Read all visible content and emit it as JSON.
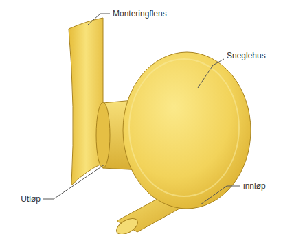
{
  "diagram": {
    "labels": [
      "Monteringflens",
      "Sneglehus",
      "Utløp",
      "innløp"
    ]
  }
}
